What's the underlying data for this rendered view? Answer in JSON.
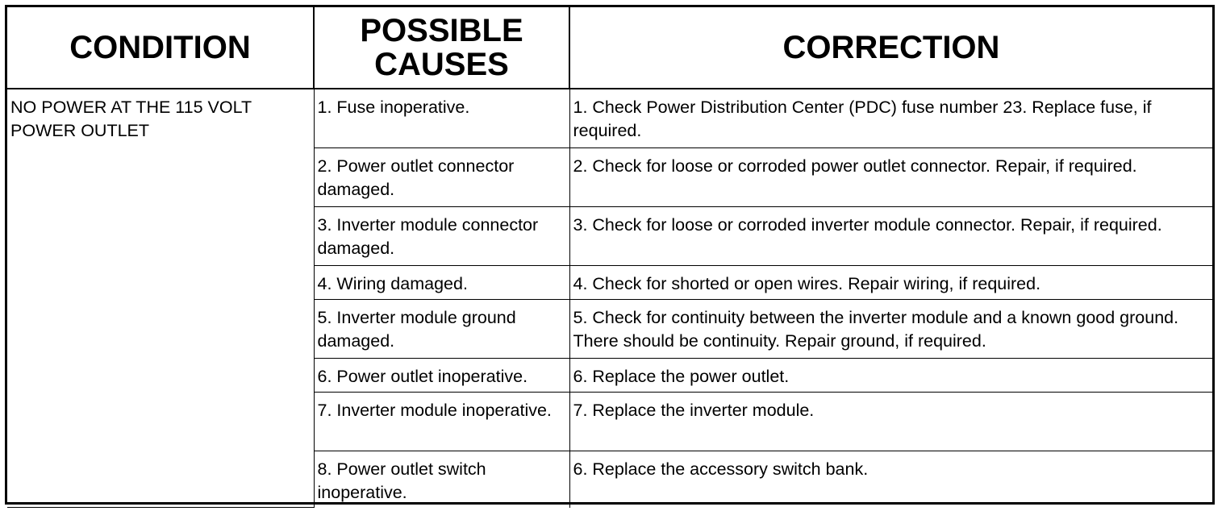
{
  "headers": {
    "condition": "CONDITION",
    "possible_causes": "POSSIBLE CAUSES",
    "correction": "CORRECTION"
  },
  "condition": "NO POWER AT THE 115 VOLT POWER OUTLET",
  "rows": [
    {
      "cause": "1. Fuse inoperative.",
      "correction": "1. Check Power Distribution Center (PDC) fuse number 23. Replace fuse, if required."
    },
    {
      "cause": "2. Power outlet connector damaged.",
      "correction": "2. Check for loose or corroded power outlet connector. Repair, if required."
    },
    {
      "cause": "3. Inverter module connector damaged.",
      "correction": "3. Check for loose or corroded inverter module connector. Repair, if required."
    },
    {
      "cause": "4. Wiring damaged.",
      "correction": "4. Check for shorted or open wires. Repair wiring, if required."
    },
    {
      "cause": "5. Inverter module ground damaged.",
      "correction": "5. Check for continuity between the inverter module and a known good ground. There should be continuity. Repair ground, if required."
    },
    {
      "cause": "6. Power outlet inoperative.",
      "correction": "6. Replace the power outlet."
    },
    {
      "cause": "7. Inverter module inoperative.",
      "correction": "7. Replace the inverter module."
    },
    {
      "cause": "8. Power outlet switch inoperative.",
      "correction": "6. Replace the accessory switch bank."
    }
  ]
}
